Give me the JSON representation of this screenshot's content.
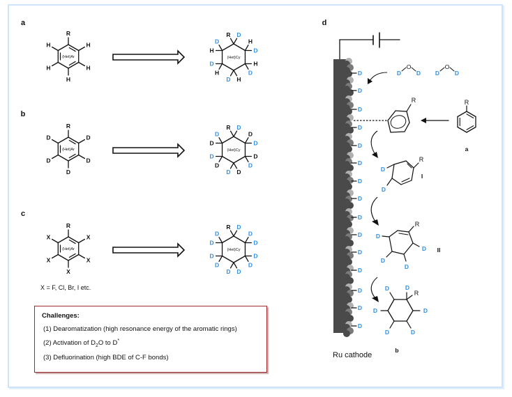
{
  "colors": {
    "ink": "#111111",
    "deuterium": "#2f8fe8",
    "frame": "#cfe3fb",
    "box_border": "#9b2a2a",
    "electrode_dark": "#4a4a4a",
    "electrode_mid": "#7a7a7a",
    "electrode_light": "#b0b0b0"
  },
  "panels": {
    "a": {
      "label": "a",
      "reactant": {
        "center_text": "(Het)Ar",
        "top": "R",
        "upper_left": "H",
        "upper_right": "H",
        "lower_left": "H",
        "lower_right": "H",
        "bottom": "H"
      },
      "product": {
        "center_text": "(Het)Cy",
        "substituents": [
          {
            "pos": "top-a",
            "text": "R",
            "isotope": false
          },
          {
            "pos": "top-b",
            "text": "D",
            "isotope": true
          },
          {
            "pos": "ul-a",
            "text": "D",
            "isotope": true
          },
          {
            "pos": "ul-b",
            "text": "H",
            "isotope": false
          },
          {
            "pos": "ur-a",
            "text": "H",
            "isotope": false
          },
          {
            "pos": "ur-b",
            "text": "D",
            "isotope": true
          },
          {
            "pos": "ll-a",
            "text": "D",
            "isotope": true
          },
          {
            "pos": "ll-b",
            "text": "H",
            "isotope": false
          },
          {
            "pos": "lr-a",
            "text": "H",
            "isotope": false
          },
          {
            "pos": "lr-b",
            "text": "D",
            "isotope": true
          },
          {
            "pos": "bot-a",
            "text": "D",
            "isotope": true
          },
          {
            "pos": "bot-b",
            "text": "H",
            "isotope": false
          }
        ]
      }
    },
    "b": {
      "label": "b",
      "reactant": {
        "center_text": "(Het)Ar",
        "top": "R",
        "upper_left": "D",
        "upper_right": "D",
        "lower_left": "D",
        "lower_right": "D",
        "bottom": "D"
      },
      "product": {
        "center_text": "(Het)Cy",
        "substituents": [
          {
            "pos": "top-a",
            "text": "R",
            "isotope": false
          },
          {
            "pos": "top-b",
            "text": "D",
            "isotope": true
          },
          {
            "pos": "ul-a",
            "text": "D",
            "isotope": true
          },
          {
            "pos": "ul-b",
            "text": "D",
            "isotope": false
          },
          {
            "pos": "ur-a",
            "text": "D",
            "isotope": false
          },
          {
            "pos": "ur-b",
            "text": "D",
            "isotope": true
          },
          {
            "pos": "ll-a",
            "text": "D",
            "isotope": true
          },
          {
            "pos": "ll-b",
            "text": "D",
            "isotope": false
          },
          {
            "pos": "lr-a",
            "text": "D",
            "isotope": false
          },
          {
            "pos": "lr-b",
            "text": "D",
            "isotope": true
          },
          {
            "pos": "bot-a",
            "text": "D",
            "isotope": true
          },
          {
            "pos": "bot-b",
            "text": "D",
            "isotope": false
          }
        ]
      }
    },
    "c": {
      "label": "c",
      "reactant": {
        "center_text": "(Het)Ar",
        "top": "R",
        "upper_left": "X",
        "upper_right": "X",
        "lower_left": "X",
        "lower_right": "X",
        "bottom": "X"
      },
      "footnote": "X = F, Cl, Br, I etc.",
      "product": {
        "center_text": "(Het)Cy",
        "substituents": [
          {
            "pos": "top-a",
            "text": "R",
            "isotope": false
          },
          {
            "pos": "top-b",
            "text": "D",
            "isotope": true
          },
          {
            "pos": "ul-a",
            "text": "D",
            "isotope": true
          },
          {
            "pos": "ul-b",
            "text": "D",
            "isotope": true
          },
          {
            "pos": "ur-a",
            "text": "D",
            "isotope": true
          },
          {
            "pos": "ur-b",
            "text": "D",
            "isotope": true
          },
          {
            "pos": "ll-a",
            "text": "D",
            "isotope": true
          },
          {
            "pos": "ll-b",
            "text": "D",
            "isotope": true
          },
          {
            "pos": "lr-a",
            "text": "D",
            "isotope": true
          },
          {
            "pos": "lr-b",
            "text": "D",
            "isotope": true
          },
          {
            "pos": "bot-a",
            "text": "D",
            "isotope": true
          },
          {
            "pos": "bot-b",
            "text": "D",
            "isotope": true
          }
        ]
      }
    },
    "d": {
      "label": "d",
      "electrode_label": "Ru cathode",
      "surface_d_count": 15,
      "surface_atom": "D",
      "water": {
        "left": "D",
        "center": "O",
        "right": "D",
        "count": 2
      },
      "substrate_label": "a",
      "product_label": "b",
      "substituent": "R",
      "intermediates": [
        {
          "label": "I",
          "d_atoms": [
            "D",
            "D"
          ]
        },
        {
          "label": "II",
          "d_atoms": [
            "D",
            "D",
            "D",
            "D"
          ]
        }
      ],
      "product_d_atoms": [
        "D",
        "D",
        "D",
        "D",
        "D",
        "D"
      ]
    }
  },
  "challenges": {
    "title": "Challenges:",
    "items": [
      {
        "prefix": "(1) Dearomatization (high resonance energy of the aromatic rings)"
      },
      {
        "prefix": "(2) Activation of D",
        "sub": "2",
        "mid": "O to D",
        "sup": "*"
      },
      {
        "prefix": "(3) Defluorination (high BDE of C-F bonds)"
      }
    ]
  }
}
